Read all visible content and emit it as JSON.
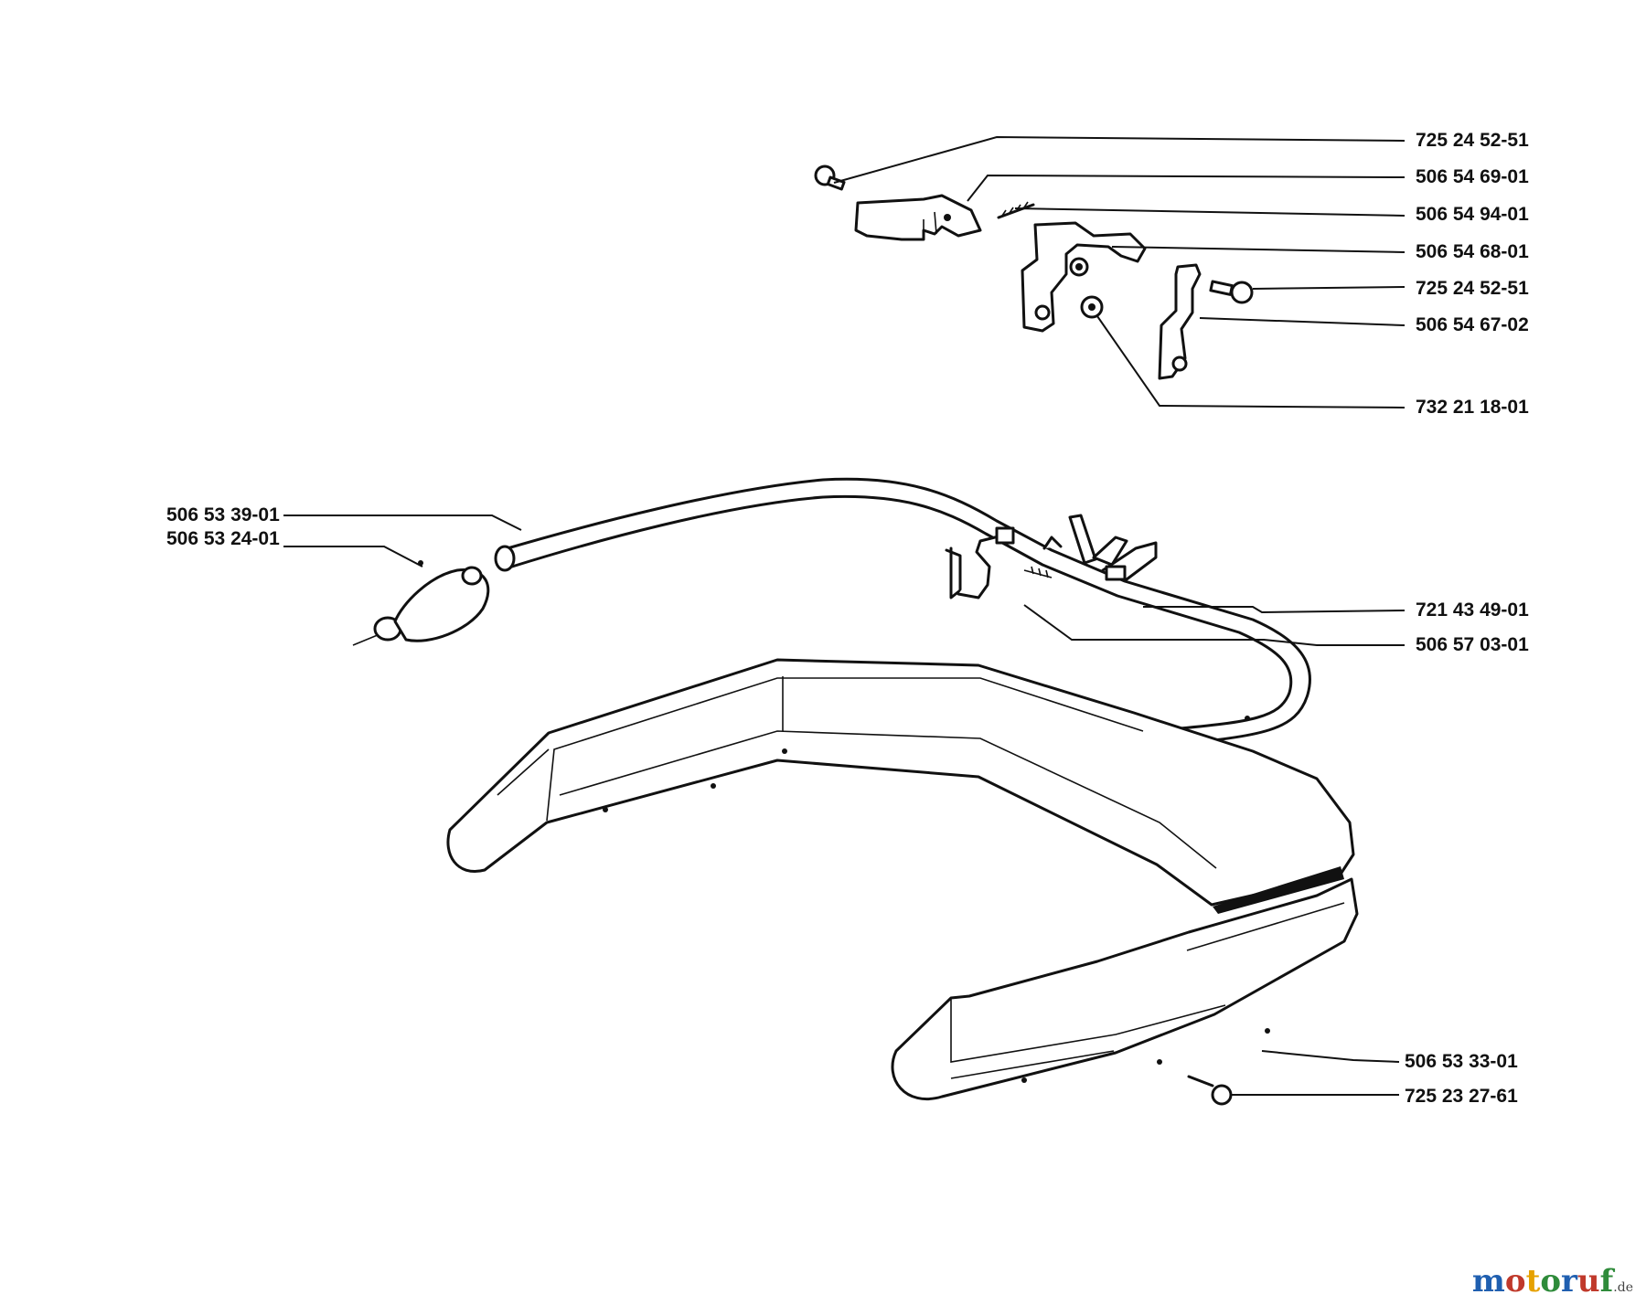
{
  "labels": {
    "l1": "725 24 52-51",
    "l2": "506 54 69-01",
    "l3": "506 54 94-01",
    "l4": "506 54 68-01",
    "l5": "725 24 52-51",
    "l6": "506 54 67-02",
    "l7": "732 21 18-01",
    "l8": "506 53 39-01",
    "l9": "506 53 24-01",
    "l10": "721 43 49-01",
    "l11": "506 57 03-01",
    "l12": "506 53 33-01",
    "l13": "725 23 27-61"
  },
  "watermark": {
    "text": "motoruf",
    "suffix": ".de",
    "colors": [
      "#1f5fb0",
      "#c0392b",
      "#e6a100",
      "#2e8b3a",
      "#1f5fb0",
      "#c0392b",
      "#2e8b3a"
    ]
  }
}
